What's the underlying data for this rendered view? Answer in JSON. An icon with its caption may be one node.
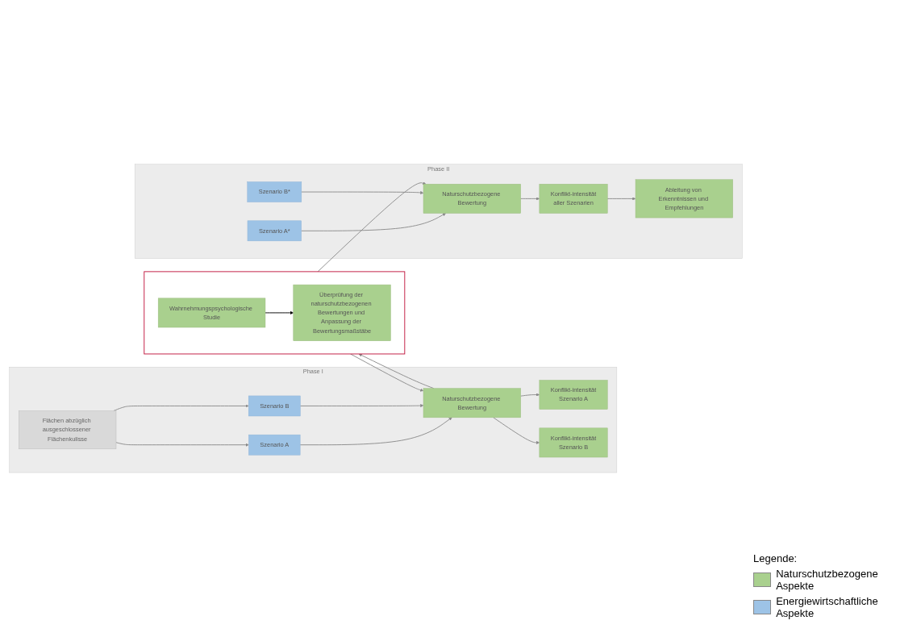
{
  "diagram": {
    "nodes": [
      {
        "text": [
          "Phase I"
        ]
      },
      {
        "text": [
          "Flächen abzüglich ausgeschlossener Flächenkulisse"
        ],
        "in": 0
      },
      {
        "text": [
          "Szenario A"
        ],
        "in": 0
      },
      {
        "text": [
          "Szenario B"
        ],
        "in": 0
      },
      {
        "text": [
          "Naturschutzbezogene Bewertung"
        ],
        "in": 0
      },
      {
        "text": [
          "Konflikt-intensität",
          "Szenario A"
        ],
        "in": 0
      },
      {
        "text": [
          "Konflikt-intensität",
          "Szenario B"
        ],
        "in": 0
      },
      {
        "text": [
          "Phase II"
        ]
      },
      {
        "text": [
          "Szenario A*"
        ],
        "in": 7
      },
      {
        "text": [
          "Szenario B*"
        ],
        "in": 7
      },
      {
        "text": [
          "Naturschutzbezogene Bewertung"
        ],
        "in": 7
      },
      {
        "text": [
          "Konflikt-intensität",
          "aller Szenarien"
        ],
        "in": 7
      },
      {
        "text": [
          "Ableitung von Erkenntnissen und Empfehlungen"
        ],
        "in": 7
      },
      {
        "text": [],
        "shape": "box"
      },
      {
        "text": [
          "Überprüfung der naturschutzbezogenen Bewertungen und Anpassung der Bewertungsmaßstäbe"
        ],
        "in": 13
      },
      {
        "text": [
          "Wahrnehmungspsychologische Studie"
        ],
        "in": 13
      }
    ],
    "edges": [
      {
        "from": 1,
        "to": 2,
        "arrow": "to"
      },
      {
        "from": 1,
        "to": 3,
        "arrow": "to"
      },
      {
        "from": 2,
        "to": 4,
        "arrow": "to"
      },
      {
        "from": 3,
        "to": 4,
        "arrow": "to"
      },
      {
        "from": 4,
        "to": 5,
        "arrow": "to"
      },
      {
        "from": 4,
        "to": 6,
        "arrow": "to"
      },
      {
        "from": 8,
        "to": 10,
        "arrow": "to"
      },
      {
        "from": 9,
        "to": 10,
        "arrow": "to"
      },
      {
        "from": 10,
        "to": 11,
        "arrow": "to"
      },
      {
        "from": 11,
        "to": 12,
        "arrow": "to"
      },
      {
        "from": 4,
        "to": 13,
        "arrow": "to"
      },
      {
        "from": 13,
        "to": 4,
        "arrow": "to"
      },
      {
        "from": 13,
        "to": 10,
        "arrow": "to"
      },
      {
        "from": 15,
        "to": 14,
        "arrow": "to",
        "color": "#000000"
      }
    ],
    "labels": [
      "Legende:"
    ],
    "legend": [
      {
        "text": "Naturschutzbezogene Aspekte",
        "color": "#a9d08e"
      },
      {
        "text": "Energiewirtschaftliche Aspekte",
        "color": "#9dc3e6"
      }
    ]
  }
}
